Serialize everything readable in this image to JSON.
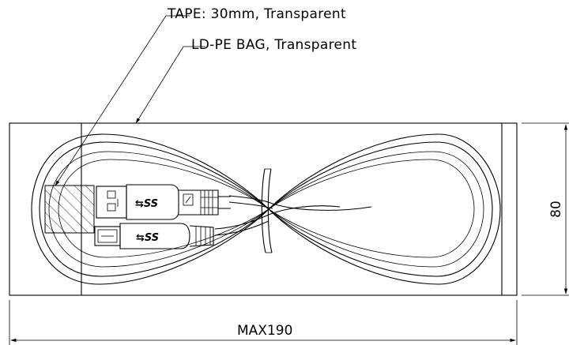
{
  "callouts": {
    "tape": "TAPE: 30mm, Transparent",
    "bag": "LD-PE BAG, Transparent"
  },
  "dimensions": {
    "length": "MAX190",
    "height": "80"
  },
  "colors": {
    "line": "#000000",
    "background": "#ffffff"
  }
}
